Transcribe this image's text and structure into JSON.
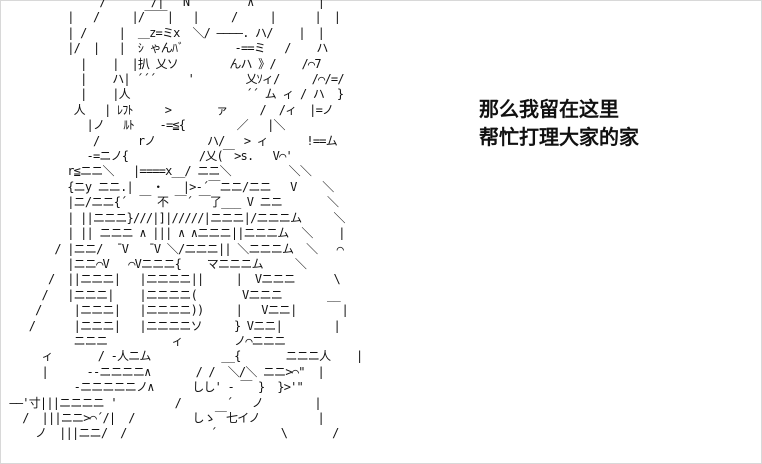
{
  "caption": {
    "line1": "那么我留在这里",
    "line2": "帮忙打理大家的家"
  },
  "ascii_art": "               /       /|   N         ∧          |\n          |   /     |/￣￣|   |     /     |      |  |\n          | /     |  ＿z=ミx  ＼/ ――――. ハ/    |  |\n          |/  |   |  ｼ ゃんﾊﾞ        -==ミ   /    ハ\n            |    |  |扒 乂ソ        んハ 》/    /⌒7\n            |    ハ| ´´´     '        乂ｿィ/     /⌒/=/\n            |    |人                  ´´ ム ィ / ハ  }\n           人   | ﾚﾌﾄ     >       ァ     /  /ィ  |=ノ\n             |ノ   ﾙﾄ    -=≦{        ／   |＼\n              /      rノ        ハ/   > ィ      !==ム\n             -=ニノ{           /乂(￣>s.   V⌒'\n          r≦ニニ＼   |====x__/ ニニ＼         ＼＼\n          {ニy ニニ.|   ・   |>‐´￣ニニ/ニニ   V    ＼\n          |ニ/ニニ{´  ￣ 不 ￣´ ￣了___ V ニニ       ＼\n          | ||ニニニ}///|]|/////|ニニニ|/ニニニム     ＼\n          | || ニニニ ∧ ||| ∧ ∧ニニニ||ニニニム  ＼    |\n        / |ニニ/  ̄ V   ̄ V ＼/ニニニ|| ＼ニニニム  ＼   ⌒\n          |ニニ⌒V   ⌒Vニニニ{    マニニニム     ＼\n       /  ||ニニニ|   |ニニニニ||     |  Vニニニ      \\\n      /   |ニニニ|    |ニニニニ(       Vニニニ       __\n     /     |ニニニ|   |ニニニニ))     |   Vニニ|       |\n    /      |ニニニ|   |ニニニニソ     } Vニニ|        |\n           ニニニ          ィ        ノ⌒ニニニ\n      ィ       / -人ニム           __{       ニニニ人    |\n      |      --ニニニニ∧       / /  ＼/＼ ニニ>⌒\"  |\n           -ニニニニニノ∧      しし' - ￣ }  }>'\"\n ――'寸|||ニニニニ '         /       ´   ノ        |\n   /  |||ニニ>⌒´/|  /         しゝ￣七イノ         |\n     ノ  |||ニニ/  /             ´          \\       /"
}
